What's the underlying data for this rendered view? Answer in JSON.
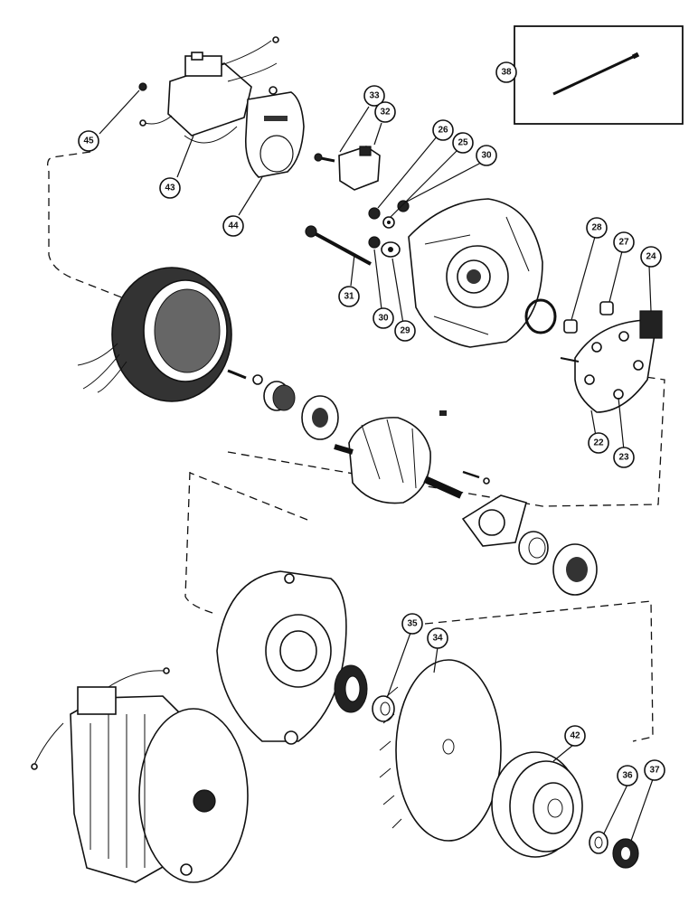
{
  "callouts": {
    "c38": "38",
    "c45": "45",
    "c43": "43",
    "c44": "44",
    "c33": "33",
    "c32": "32",
    "c26": "26",
    "c25": "25",
    "c30a": "30",
    "c31": "31",
    "c30b": "30",
    "c29": "29",
    "c28": "28",
    "c27": "27",
    "c24": "24",
    "c22": "22",
    "c23": "23",
    "c35": "35",
    "c34": "34",
    "c42": "42",
    "c36": "36",
    "c37": "37"
  }
}
